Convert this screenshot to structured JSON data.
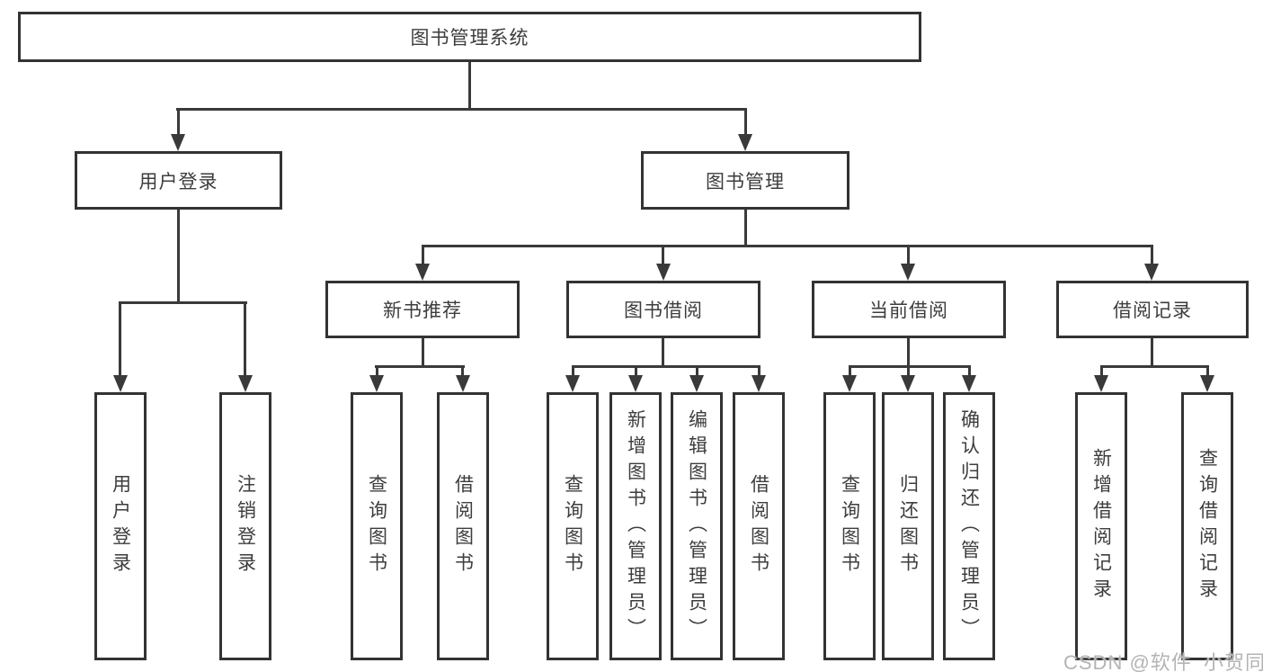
{
  "diagram": {
    "type": "hierarchy-tree",
    "tree": {
      "label": "图书管理系统",
      "children": [
        {
          "label": "用户登录",
          "children": [
            {
              "label": "用户登录"
            },
            {
              "label": "注销登录"
            }
          ]
        },
        {
          "label": "图书管理",
          "children": [
            {
              "label": "新书推荐",
              "children": [
                {
                  "label": "查询图书"
                },
                {
                  "label": "借阅图书"
                }
              ]
            },
            {
              "label": "图书借阅",
              "children": [
                {
                  "label": "查询图书"
                },
                {
                  "label": "新增图书（管理员）"
                },
                {
                  "label": "编辑图书（管理员）"
                },
                {
                  "label": "借阅图书"
                }
              ]
            },
            {
              "label": "当前借阅",
              "children": [
                {
                  "label": "查询图书"
                },
                {
                  "label": "归还图书"
                },
                {
                  "label": "确认归还（管理员）"
                }
              ]
            },
            {
              "label": "借阅记录",
              "children": [
                {
                  "label": "新增借阅记录"
                },
                {
                  "label": "查询借阅记录"
                }
              ]
            }
          ]
        }
      ]
    }
  },
  "watermark": {
    "text": "CSDN @软件_小贺同学"
  },
  "colors": {
    "background": "#ffffff",
    "box_border": "#333333",
    "connector_line": "#3a3a3a",
    "node_text": "#3d3d3d",
    "watermark_text": "#b4b4b4"
  }
}
